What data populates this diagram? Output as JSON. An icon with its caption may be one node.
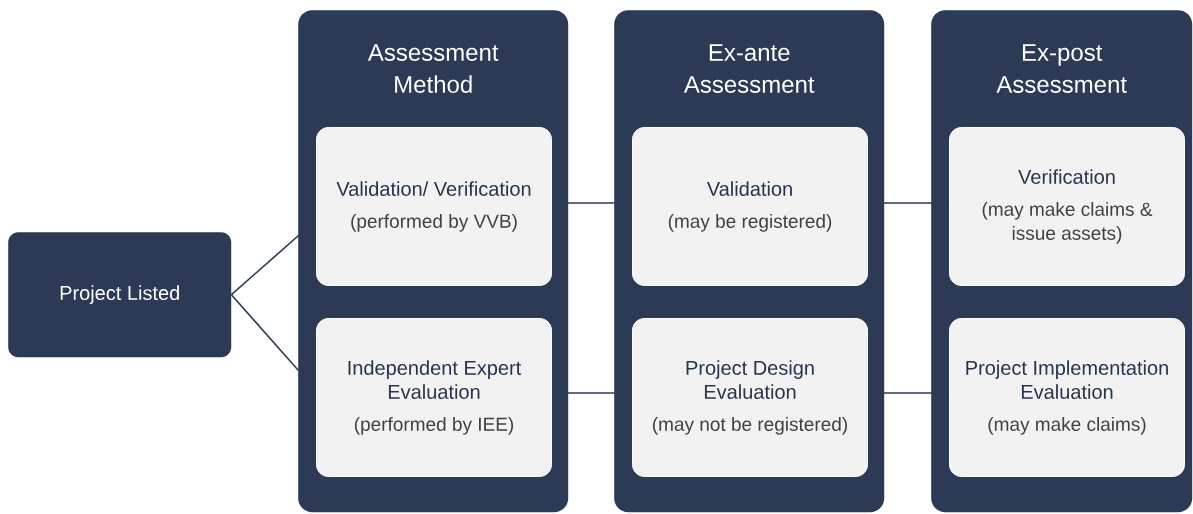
{
  "diagram": {
    "nodes": [
      {
        "text": [
          "Project Listed"
        ]
      },
      {
        "text": [
          "Assessment Method"
        ]
      },
      {
        "text": [
          "Validation/ Verification",
          "(performed by VVB)"
        ],
        "in": 1
      },
      {
        "text": [
          "Independent Expert Evaluation",
          "(performed by IEE)"
        ],
        "in": 1
      },
      {
        "text": [
          "Ex-ante Assessment"
        ]
      },
      {
        "text": [
          "Validation",
          "(may be registered)"
        ],
        "in": 4
      },
      {
        "text": [
          "Project Design Evaluation",
          "(may not be registered)"
        ],
        "in": 4
      },
      {
        "text": [
          "Ex-post Assessment"
        ]
      },
      {
        "text": [
          "Verification",
          "(may make claims & issue assets)"
        ],
        "in": 7
      },
      {
        "text": [
          "Project Implementation Evaluation",
          "(may make claims)"
        ],
        "in": 7
      }
    ],
    "edges": [
      {
        "from": 0,
        "to": 2,
        "arrow": "none"
      },
      {
        "from": 0,
        "to": 3,
        "arrow": "none"
      },
      {
        "from": 2,
        "to": 5,
        "arrow": "none"
      },
      {
        "from": 3,
        "to": 6,
        "arrow": "none"
      },
      {
        "from": 5,
        "to": 8,
        "arrow": "none"
      },
      {
        "from": 6,
        "to": 9,
        "arrow": "none"
      }
    ]
  }
}
